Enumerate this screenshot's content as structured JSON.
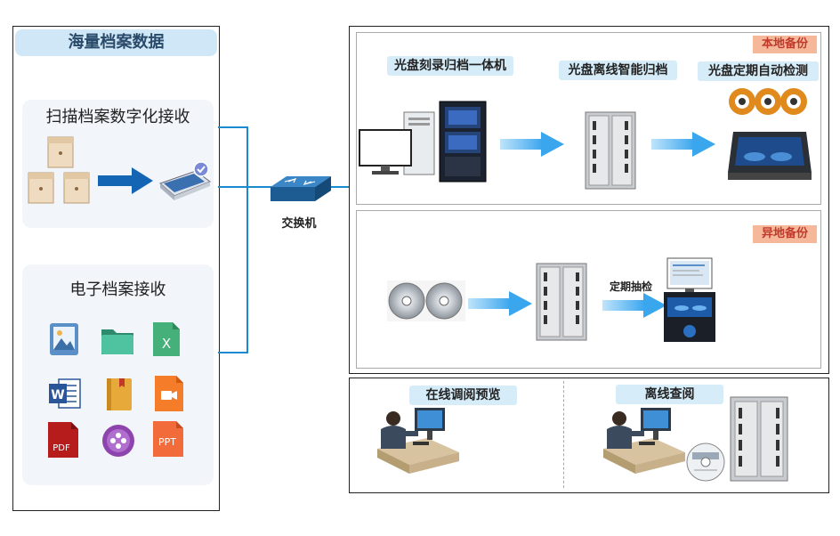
{
  "left": {
    "header": "海量档案数据",
    "scan_title": "扫描档案数字化接收",
    "electronic_title": "电子档案接收",
    "file_icons": {
      "pdf": "PDF",
      "ppt": "PPT",
      "excel": "X",
      "word": "W"
    }
  },
  "switch": {
    "label": "交换机"
  },
  "local_backup": {
    "tag": "本地备份",
    "label_1": "光盘刻录归档一体机",
    "label_2": "光盘离线智能归档",
    "label_3": "光盘定期自动检测"
  },
  "remote_backup": {
    "tag": "异地备份",
    "check_label": "定期抽检"
  },
  "bottom": {
    "online_label": "在线调阅预览",
    "offline_label": "离线查阅"
  },
  "colors": {
    "accent_line": "#1b8bd1",
    "pill_bg": "#d6ecf8",
    "tag_bg": "#f5b89a",
    "tag_text": "#c0392b"
  }
}
